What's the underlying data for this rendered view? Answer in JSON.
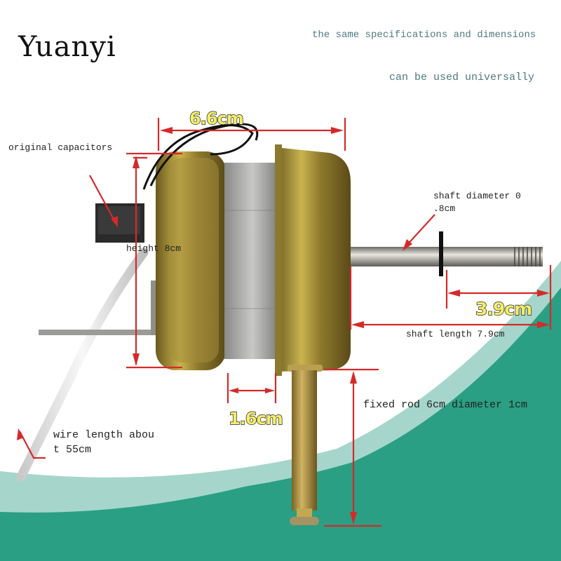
{
  "brand": {
    "name": "Yuanyi"
  },
  "taglines": {
    "line1": "the same specifications and dimensions",
    "line2": "can be used universally"
  },
  "labels": {
    "capacitor": "original capacitors",
    "height": "height 8cm",
    "shaft_diameter_line1": "shaft diameter 0",
    "shaft_diameter_line2": ".8cm",
    "shaft_length": "shaft length 7.9cm",
    "fixed_rod": "fixed rod 6cm diameter 1cm",
    "wire_line1": "wire length abou",
    "wire_line2": "t 55cm"
  },
  "dimensions": {
    "body_width": "6.6cm",
    "front_width": "1.6cm",
    "thread_length": "3.9cm"
  },
  "colors": {
    "teal_dark": "#2a9f83",
    "teal_light": "#a6d6cb",
    "arrow_red": "#d42a2a",
    "dim_yellow": "#f3ee6a",
    "brass": "#b89a3a"
  }
}
